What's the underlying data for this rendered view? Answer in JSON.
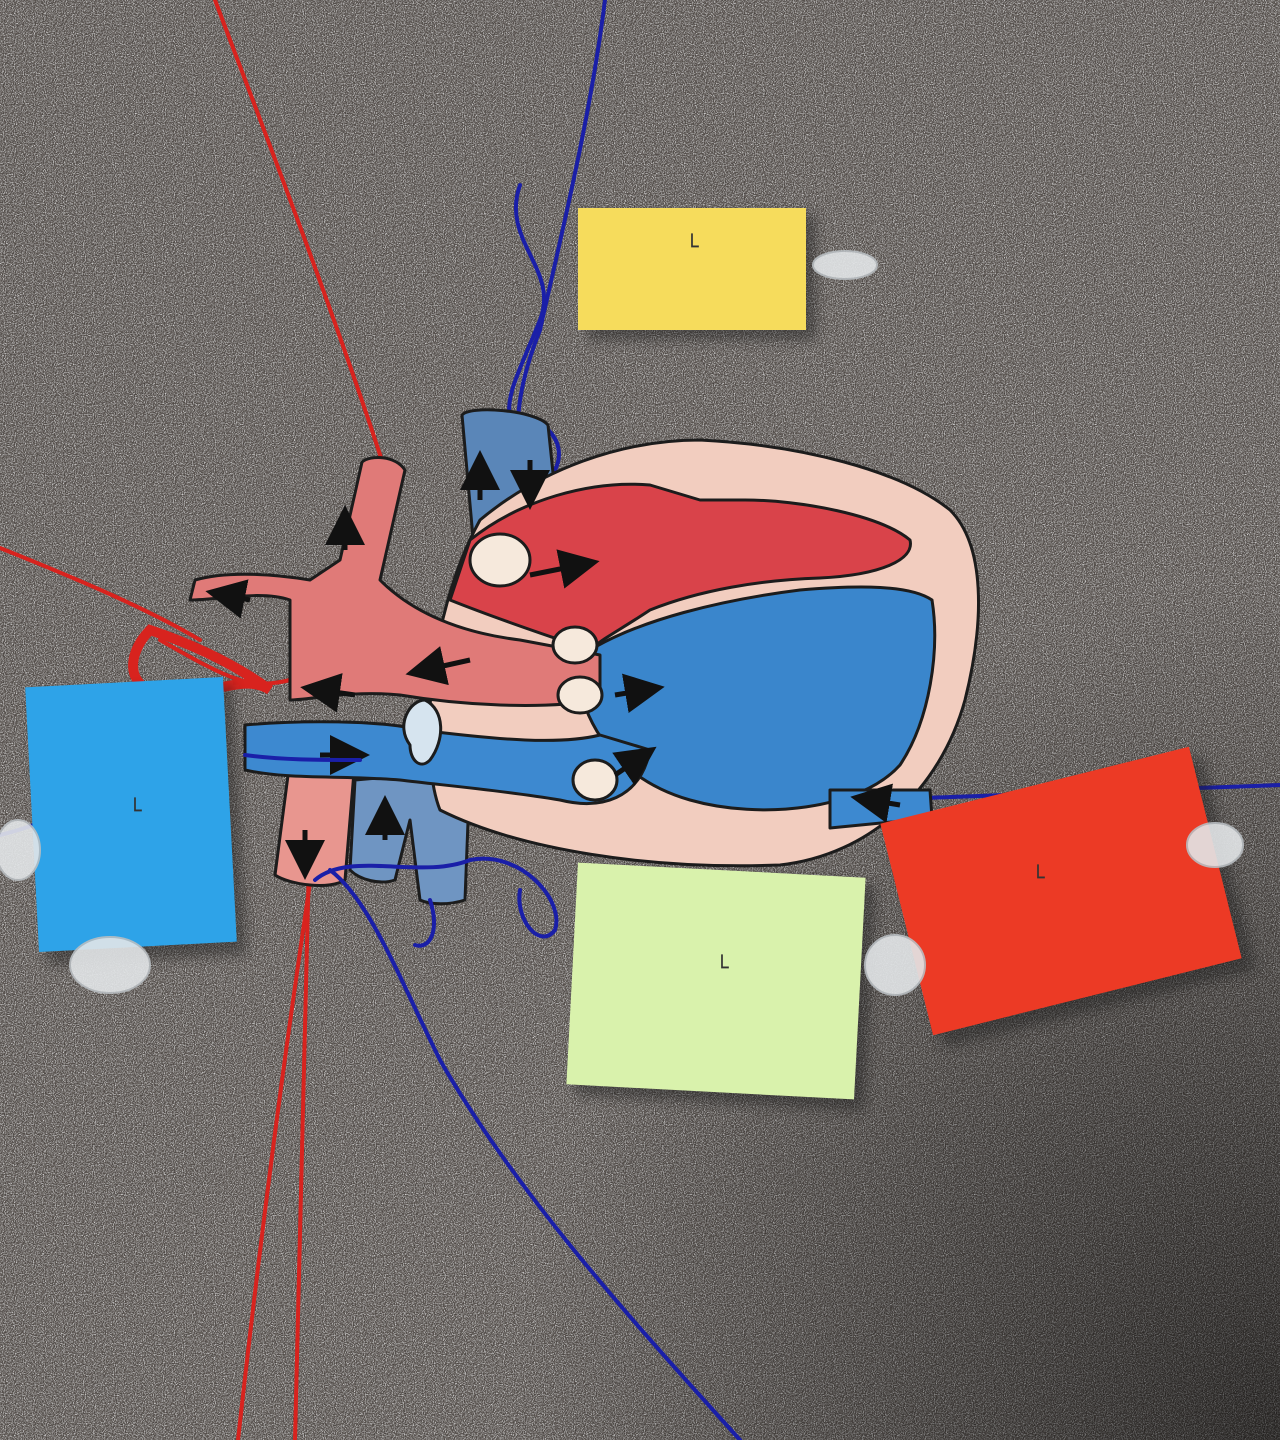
{
  "scene": {
    "ground_color": "#5e5854",
    "shadow_color": "#1f1c1c",
    "yarn": {
      "red": "#d8231e",
      "blue": "#1a1fa8"
    },
    "heart": {
      "outline": "#1c1c1c",
      "pericardium": "#f2cdbf",
      "oxygenated": "#d9434a",
      "deoxygenated": "#3a86cc",
      "vessel_blue": "#5a86b8",
      "valve": "#f6e9dc"
    },
    "cards": [
      {
        "id": "yellow",
        "color": "#f6dc5c",
        "mark": "└"
      },
      {
        "id": "blue",
        "color": "#2ea3e8",
        "mark": "└"
      },
      {
        "id": "green",
        "color": "#d9f2ac",
        "mark": "└"
      },
      {
        "id": "red",
        "color": "#ec3a25",
        "mark": "└"
      }
    ],
    "weights": {
      "color": "#e3e6e8",
      "icon": "wrapped-weight-icon"
    }
  }
}
